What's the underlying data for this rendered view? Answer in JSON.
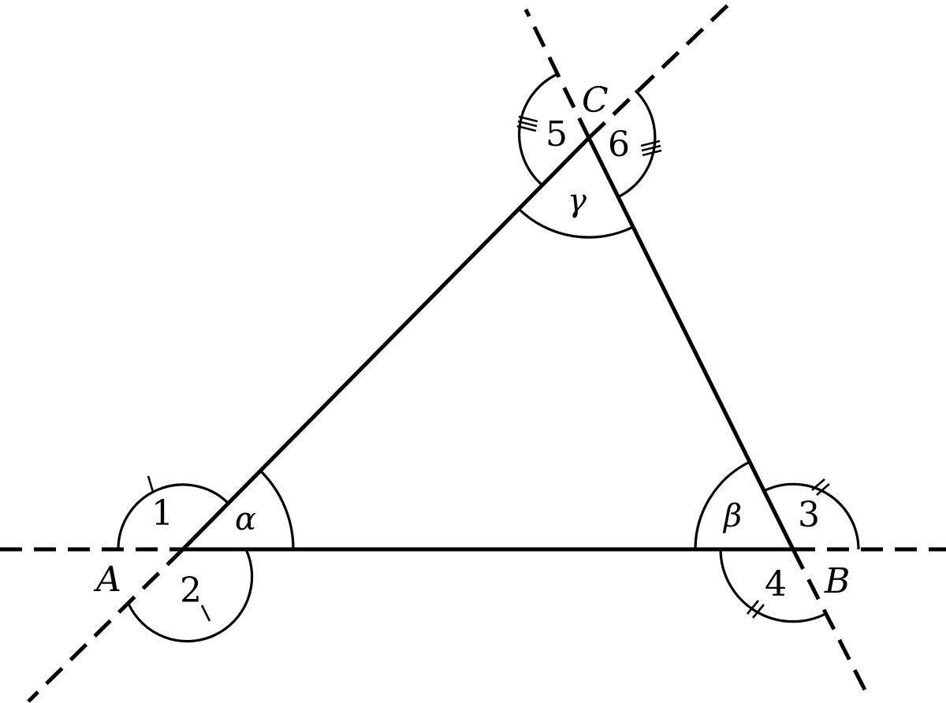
{
  "vertices": {
    "A": "A",
    "B": "B",
    "C": "C"
  },
  "interior_angles": {
    "alpha": "α",
    "beta": "β",
    "gamma": "γ"
  },
  "exterior_angles": {
    "a1": "1",
    "a2": "2",
    "a3": "3",
    "a4": "4",
    "a5": "5",
    "a6": "6"
  }
}
